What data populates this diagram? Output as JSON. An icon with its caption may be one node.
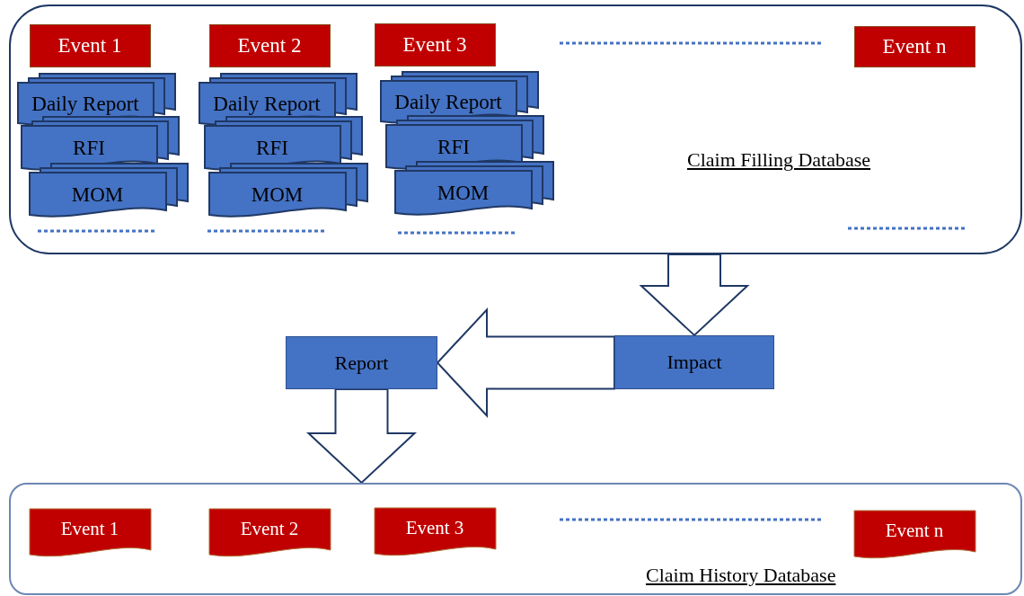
{
  "diagram": {
    "nodes": [
      {
        "text": [
          "Claim Filling Database"
        ]
      },
      {
        "text": [
          "Event 1"
        ],
        "in": 0
      },
      {
        "text": [
          "Event 2"
        ],
        "in": 0
      },
      {
        "text": [
          "Event 3"
        ],
        "in": 0
      },
      {
        "text": [
          "Event n"
        ],
        "in": 0
      },
      {
        "text": [
          "Daily Report"
        ],
        "in": 0
      },
      {
        "text": [
          "Daily Report"
        ],
        "in": 0
      },
      {
        "text": [
          "Daily Report"
        ],
        "in": 0
      },
      {
        "text": [
          "RFI"
        ],
        "in": 0
      },
      {
        "text": [
          "RFI"
        ],
        "in": 0
      },
      {
        "text": [
          "RFI"
        ],
        "in": 0
      },
      {
        "text": [
          "MOM"
        ],
        "in": 0
      },
      {
        "text": [
          "MOM"
        ],
        "in": 0
      },
      {
        "text": [
          "MOM"
        ],
        "in": 0
      },
      {
        "text": [
          "Impact"
        ]
      },
      {
        "text": [
          "Report"
        ]
      },
      {
        "text": [
          "Claim History Database"
        ]
      },
      {
        "text": [
          "Event 1"
        ],
        "in": 16
      },
      {
        "text": [
          "Event 2"
        ],
        "in": 16
      },
      {
        "text": [
          "Event 3"
        ],
        "in": 16
      },
      {
        "text": [
          "Event n"
        ],
        "in": 16
      }
    ],
    "edges": [
      {
        "from": 0,
        "to": 14,
        "arrow": "to"
      },
      {
        "from": 14,
        "to": 15,
        "arrow": "to"
      },
      {
        "from": 15,
        "to": 16,
        "arrow": "to"
      }
    ]
  }
}
